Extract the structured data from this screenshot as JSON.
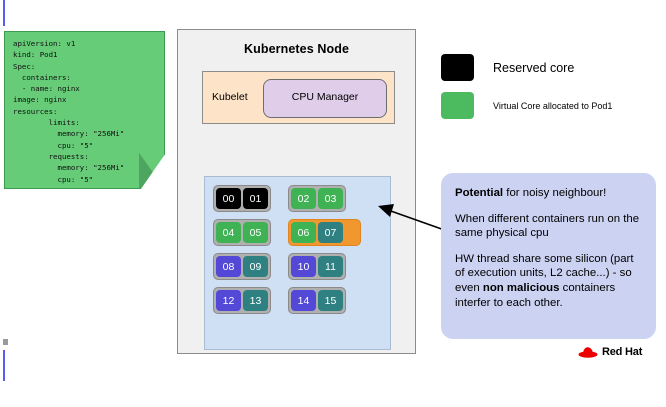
{
  "sticky_note": {
    "name": "pod1-yaml-note",
    "code": "apiVersion: v1\nkind: Pod1\nSpec:\n  containers:\n  - name: nginx\nimage: nginx\nresources:\n        limits:\n          memory: \"256Mi\"\n          cpu: \"5\"\n        requests:\n          memory: \"256Mi\"\n          cpu: \"5\"",
    "color": "#66cc77"
  },
  "node": {
    "title": "Kubernetes Node",
    "kubelet_label": "Kubelet",
    "cpu_manager_label": "CPU Manager",
    "kubelet_color": "#fde3c8",
    "cpu_manager_color": "#e0cdea",
    "grid_color": "#cfdff4"
  },
  "cpu_grid": {
    "rows": [
      {
        "pairs": [
          {
            "highlighted": false,
            "cores": [
              {
                "id": "00",
                "state": "reserved"
              },
              {
                "id": "01",
                "state": "reserved"
              }
            ]
          },
          {
            "highlighted": false,
            "cores": [
              {
                "id": "02",
                "state": "pod1"
              },
              {
                "id": "03",
                "state": "pod1"
              }
            ]
          }
        ]
      },
      {
        "pairs": [
          {
            "highlighted": false,
            "cores": [
              {
                "id": "04",
                "state": "pod1"
              },
              {
                "id": "05",
                "state": "pod1"
              }
            ]
          },
          {
            "highlighted": true,
            "cores": [
              {
                "id": "06",
                "state": "pod1"
              },
              {
                "id": "07",
                "state": "other-teal"
              }
            ]
          }
        ]
      },
      {
        "pairs": [
          {
            "highlighted": false,
            "cores": [
              {
                "id": "08",
                "state": "other-purple"
              },
              {
                "id": "09",
                "state": "other-teal"
              }
            ]
          },
          {
            "highlighted": false,
            "cores": [
              {
                "id": "10",
                "state": "other-purple"
              },
              {
                "id": "11",
                "state": "other-teal"
              }
            ]
          }
        ]
      },
      {
        "pairs": [
          {
            "highlighted": false,
            "cores": [
              {
                "id": "12",
                "state": "other-purple"
              },
              {
                "id": "13",
                "state": "other-teal"
              }
            ]
          },
          {
            "highlighted": false,
            "cores": [
              {
                "id": "14",
                "state": "other-purple"
              },
              {
                "id": "15",
                "state": "other-teal"
              }
            ]
          }
        ]
      }
    ],
    "core_colors": {
      "reserved": "#000000",
      "pod1": "#3fb354",
      "other-purple": "#5448d6",
      "other-teal": "#2f8081",
      "highlight": "#f0972f"
    }
  },
  "legend": {
    "reserved": {
      "label": "Reserved core",
      "color": "#000000"
    },
    "virtual": {
      "label": "Virtual Core allocated to Pod1",
      "color": "#4cbb5f"
    }
  },
  "callout": {
    "background": "#ccd2f2",
    "line1_bold": "Potential",
    "line1_rest": " for noisy neighbour!",
    "line2": "When different containers run on the same physical cpu",
    "line3_a": "HW thread share some silicon (part of execution units, L2 cache...) - so even ",
    "line3_bold": "non malicious",
    "line3_b": " containers interfer to each other."
  },
  "branding": {
    "wordmark": "Red Hat",
    "hat_color": "#ee0000"
  }
}
